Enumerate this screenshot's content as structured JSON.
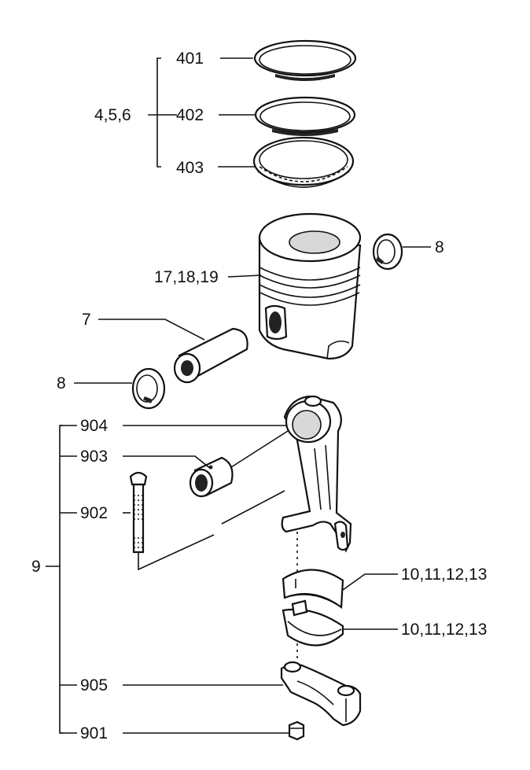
{
  "labels": {
    "ring_top": "401",
    "ring_middle": "402",
    "ring_bottom": "403",
    "ring_set": "4,5,6",
    "piston": "17,18,19",
    "circlip_right": "8",
    "piston_pin": "7",
    "circlip_left": "8",
    "conrod_assembly": "9",
    "conrod": "904",
    "small_end_bush": "903",
    "rod_bolt": "902",
    "bearing_shell_upper": "10,11,12,13",
    "bearing_shell_lower": "10,11,12,13",
    "bearing_cap": "905",
    "rod_nut": "901"
  }
}
